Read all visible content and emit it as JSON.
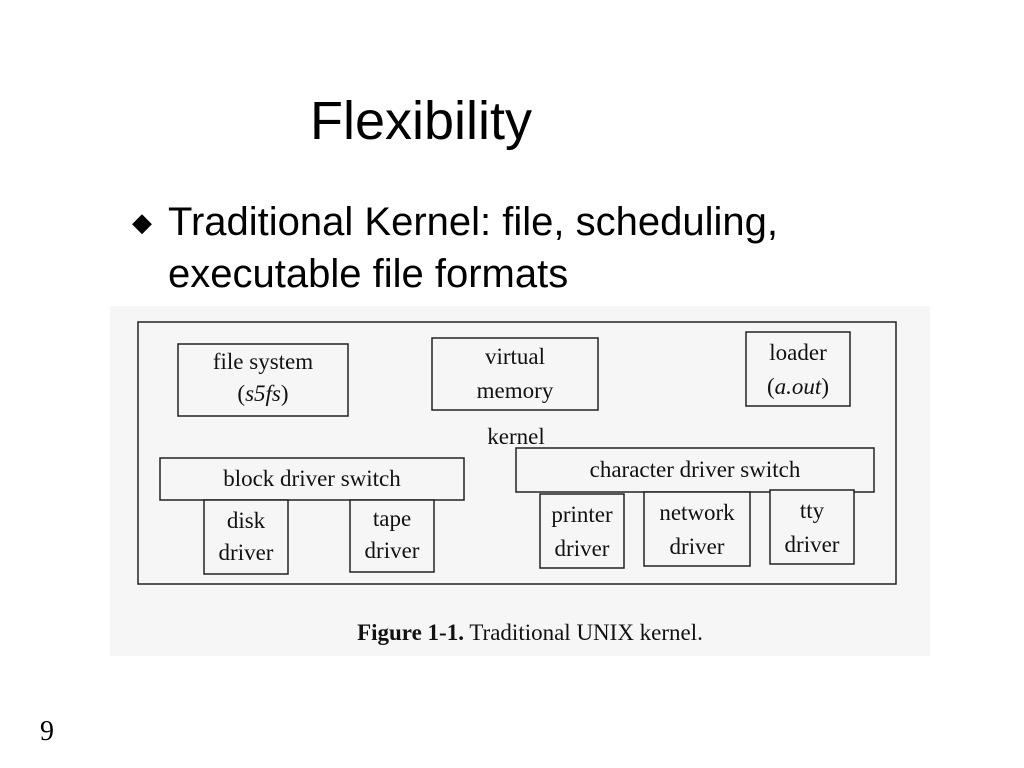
{
  "slide": {
    "title": "Flexibility",
    "bullet_glyph": "◆",
    "bullet_lines": [
      "Traditional Kernel: file, scheduling,",
      "executable file formats"
    ],
    "page_number": "9"
  },
  "figure": {
    "kernel_label": "kernel",
    "file_system": {
      "line1": "file system",
      "line2_open": "(",
      "line2_italic": "s5fs",
      "line2_close": ")"
    },
    "virtual_memory": {
      "line1": "virtual",
      "line2": "memory"
    },
    "loader": {
      "line1": "loader",
      "line2_open": "(",
      "line2_italic": "a.out",
      "line2_close": ")"
    },
    "block_driver_switch": "block driver switch",
    "character_driver_switch": "character driver switch",
    "disk_driver": {
      "line1": "disk",
      "line2": "driver"
    },
    "tape_driver": {
      "line1": "tape",
      "line2": "driver"
    },
    "printer_driver": {
      "line1": "printer",
      "line2": "driver"
    },
    "network_driver": {
      "line1": "network",
      "line2": "driver"
    },
    "tty_driver": {
      "line1": "tty",
      "line2": "driver"
    },
    "caption_bold": "Figure 1-1.",
    "caption_text": " Traditional UNIX kernel."
  }
}
